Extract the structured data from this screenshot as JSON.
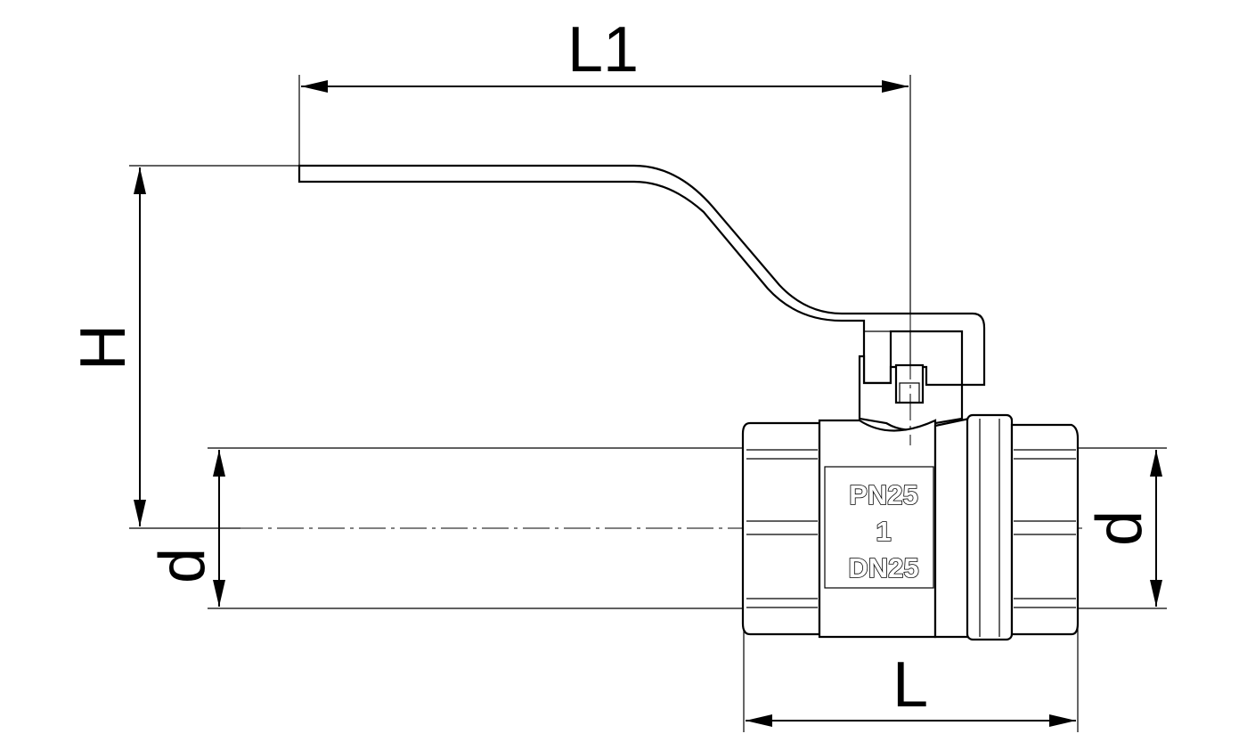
{
  "dimensions": {
    "l1": "L1",
    "h": "H",
    "d_left": "d",
    "d_right": "d",
    "l": "L"
  },
  "body_marking": {
    "line1": "PN25",
    "line2": "1",
    "line3": "DN25"
  },
  "colors": {
    "stroke": "#000000",
    "background": "#ffffff"
  }
}
